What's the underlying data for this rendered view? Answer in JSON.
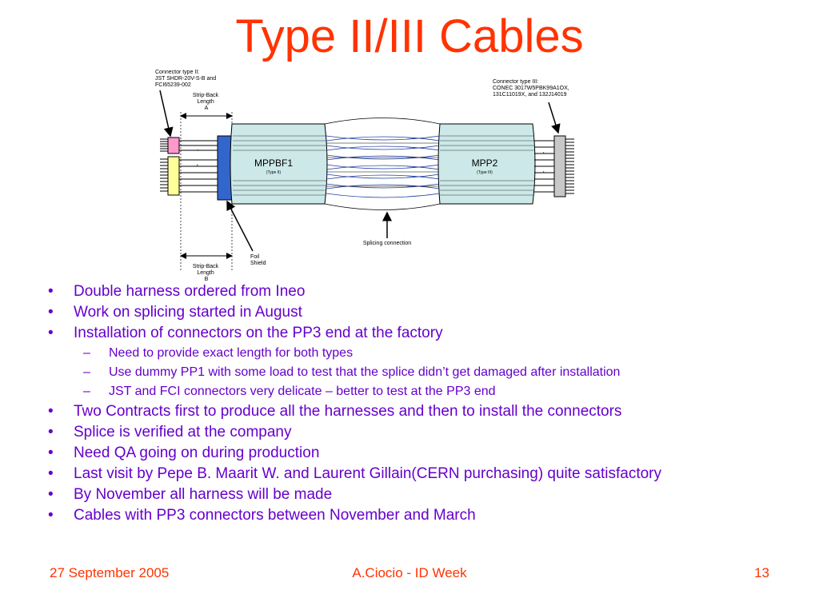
{
  "title": "Type II/III Cables",
  "diagram": {
    "connector_ii_label": [
      "Connector type II:",
      "JST SHDR-20V-S-B and",
      "FCI65239-002"
    ],
    "connector_iii_label": [
      "Connector type III:",
      "CONEC 3017W5PBK99A1OX,",
      "131C11019X, and 132J14019"
    ],
    "strip_back_a": [
      "Strip-Back",
      "Length",
      "A"
    ],
    "strip_back_b": [
      "Strip-Back",
      "Length",
      "B"
    ],
    "left_box_title": "MPPBF1",
    "left_box_subtitle": "(Type II)",
    "right_box_title": "MPP2",
    "right_box_subtitle": "(Type III)",
    "splicing_label": "Splicing connection",
    "foil_shield_label": [
      "Foil",
      "Shield"
    ]
  },
  "bullets": [
    {
      "level": 1,
      "marker": "•",
      "text": "Double harness ordered from Ineo"
    },
    {
      "level": 1,
      "marker": "•",
      "text": "Work on splicing started in August"
    },
    {
      "level": 1,
      "marker": "•",
      "text": "Installation of connectors on the PP3 end at the factory"
    },
    {
      "level": 2,
      "marker": "–",
      "text": "Need to provide exact length for both types"
    },
    {
      "level": 2,
      "marker": "–",
      "text": "Use dummy PP1 with some load to test that the splice didn’t get damaged after installation"
    },
    {
      "level": 2,
      "marker": "–",
      "text": "JST and FCI connectors very delicate – better to test at the PP3 end"
    },
    {
      "level": 1,
      "marker": "•",
      "text": "Two Contracts first to produce all the harnesses and then to install the connectors"
    },
    {
      "level": 1,
      "marker": "•",
      "text": "Splice is verified at the company"
    },
    {
      "level": 1,
      "marker": "•",
      "text": "Need QA going on during production"
    },
    {
      "level": 1,
      "marker": "•",
      "text": "Last visit by Pepe B. Maarit W. and Laurent Gillain(CERN purchasing) quite satisfactory"
    },
    {
      "level": 1,
      "marker": "•",
      "text": "By November all harness will be made"
    },
    {
      "level": 1,
      "marker": "•",
      "text": "Cables with PP3 connectors between November and March"
    }
  ],
  "footer": {
    "date": "27 September 2005",
    "center": "A.Ciocio - ID Week",
    "page": "13"
  },
  "colors": {
    "title": "#ff3300",
    "bullet_text": "#6600cc",
    "box_fill": "#cce8e8",
    "foil_shield": "#3366cc",
    "pink_connector": "#ff99cc",
    "yellow_connector": "#ffff99"
  }
}
